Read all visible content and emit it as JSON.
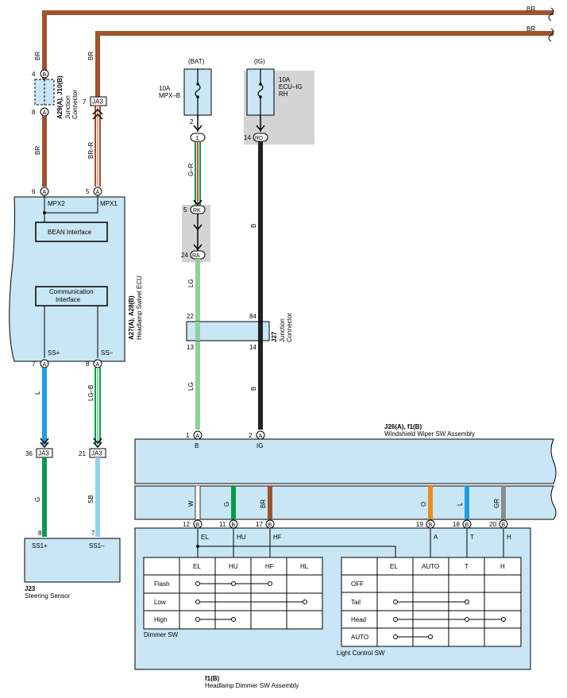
{
  "wires": {
    "br": "BR",
    "br_r": "BR–R",
    "g_r": "G–R",
    "b": "B",
    "lg": "LG",
    "l": "L",
    "lg_b": "LG–B",
    "g": "G",
    "sb": "SB",
    "w": "W",
    "o": "O",
    "gr": "GR"
  },
  "fuses": {
    "bat": {
      "label": "(BAT)",
      "rating": "10A",
      "name": "MPX–B"
    },
    "ig": {
      "label": "(IG)",
      "rating": "10A",
      "name1": "ECU–IG",
      "name2": "RH"
    }
  },
  "connectors": {
    "a29": {
      "id": "A29(A), J10(B)",
      "desc1": "Junction",
      "desc2": "Connector"
    },
    "ja3": "JA3",
    "rk": "RK",
    "ra": "RA",
    "rd": "RD",
    "j27": {
      "id": "J27",
      "desc1": "Junction",
      "desc2": "Connector"
    }
  },
  "pins": {
    "p4": "4",
    "p8": "8",
    "p7": "7",
    "p6": "6",
    "p5": "5",
    "p2": "2",
    "p14": "14",
    "p1": "1",
    "p24": "24",
    "p22": "22",
    "p84": "84",
    "p13": "13",
    "p36": "36",
    "p21": "21",
    "p12": "12",
    "p11": "11",
    "p17": "17",
    "p19": "19",
    "p18": "18",
    "p20": "20",
    "A": "A",
    "B": "B",
    "one": "1"
  },
  "ecu": {
    "id": "A27(A), A28(B)",
    "name": "Headlamp Swivel ECU",
    "mpx2": "MPX2",
    "mpx1": "MPX1",
    "bean": "BEAN Interface",
    "comm1": "Communication",
    "comm2": "Interface",
    "ss_plus": "SS+",
    "ss_minus": "SS–"
  },
  "sensor": {
    "id": "J23",
    "name": "Steering Sensor",
    "ss1_plus": "SS1+",
    "ss1_minus": "SS1–"
  },
  "wiper": {
    "id": "J26(A), f1(B)",
    "name": "Windshield Wiper SW Assembly",
    "pin_b": "B",
    "pin_ig": "IG"
  },
  "dimmer_assy": {
    "id": "f1(B)",
    "name": "Headlamp Dimmer SW Assembly"
  },
  "term_labels": {
    "el": "EL",
    "hu": "HU",
    "hf": "HF",
    "a": "A",
    "t": "T",
    "h": "H"
  },
  "dimmer": {
    "title": "Dimmer SW",
    "headers": [
      "EL",
      "HU",
      "HF",
      "HL"
    ],
    "rows": [
      "Flash",
      "Low",
      "High"
    ]
  },
  "light": {
    "title": "Light Control SW",
    "headers": [
      "EL",
      "AUTO",
      "T",
      "H"
    ],
    "rows": [
      "OFF",
      "Tail",
      "Head",
      "AUTO"
    ]
  },
  "colors": {
    "br": "#a0522d",
    "g": "#0a9a4a",
    "lg": "#8fd19e",
    "l": "#1f9ee0",
    "sb": "#8fd3ef",
    "o": "#f08a1c",
    "gr": "#8c8c8c",
    "box": "#c8e6f5",
    "gray": "#d4d4d4"
  }
}
